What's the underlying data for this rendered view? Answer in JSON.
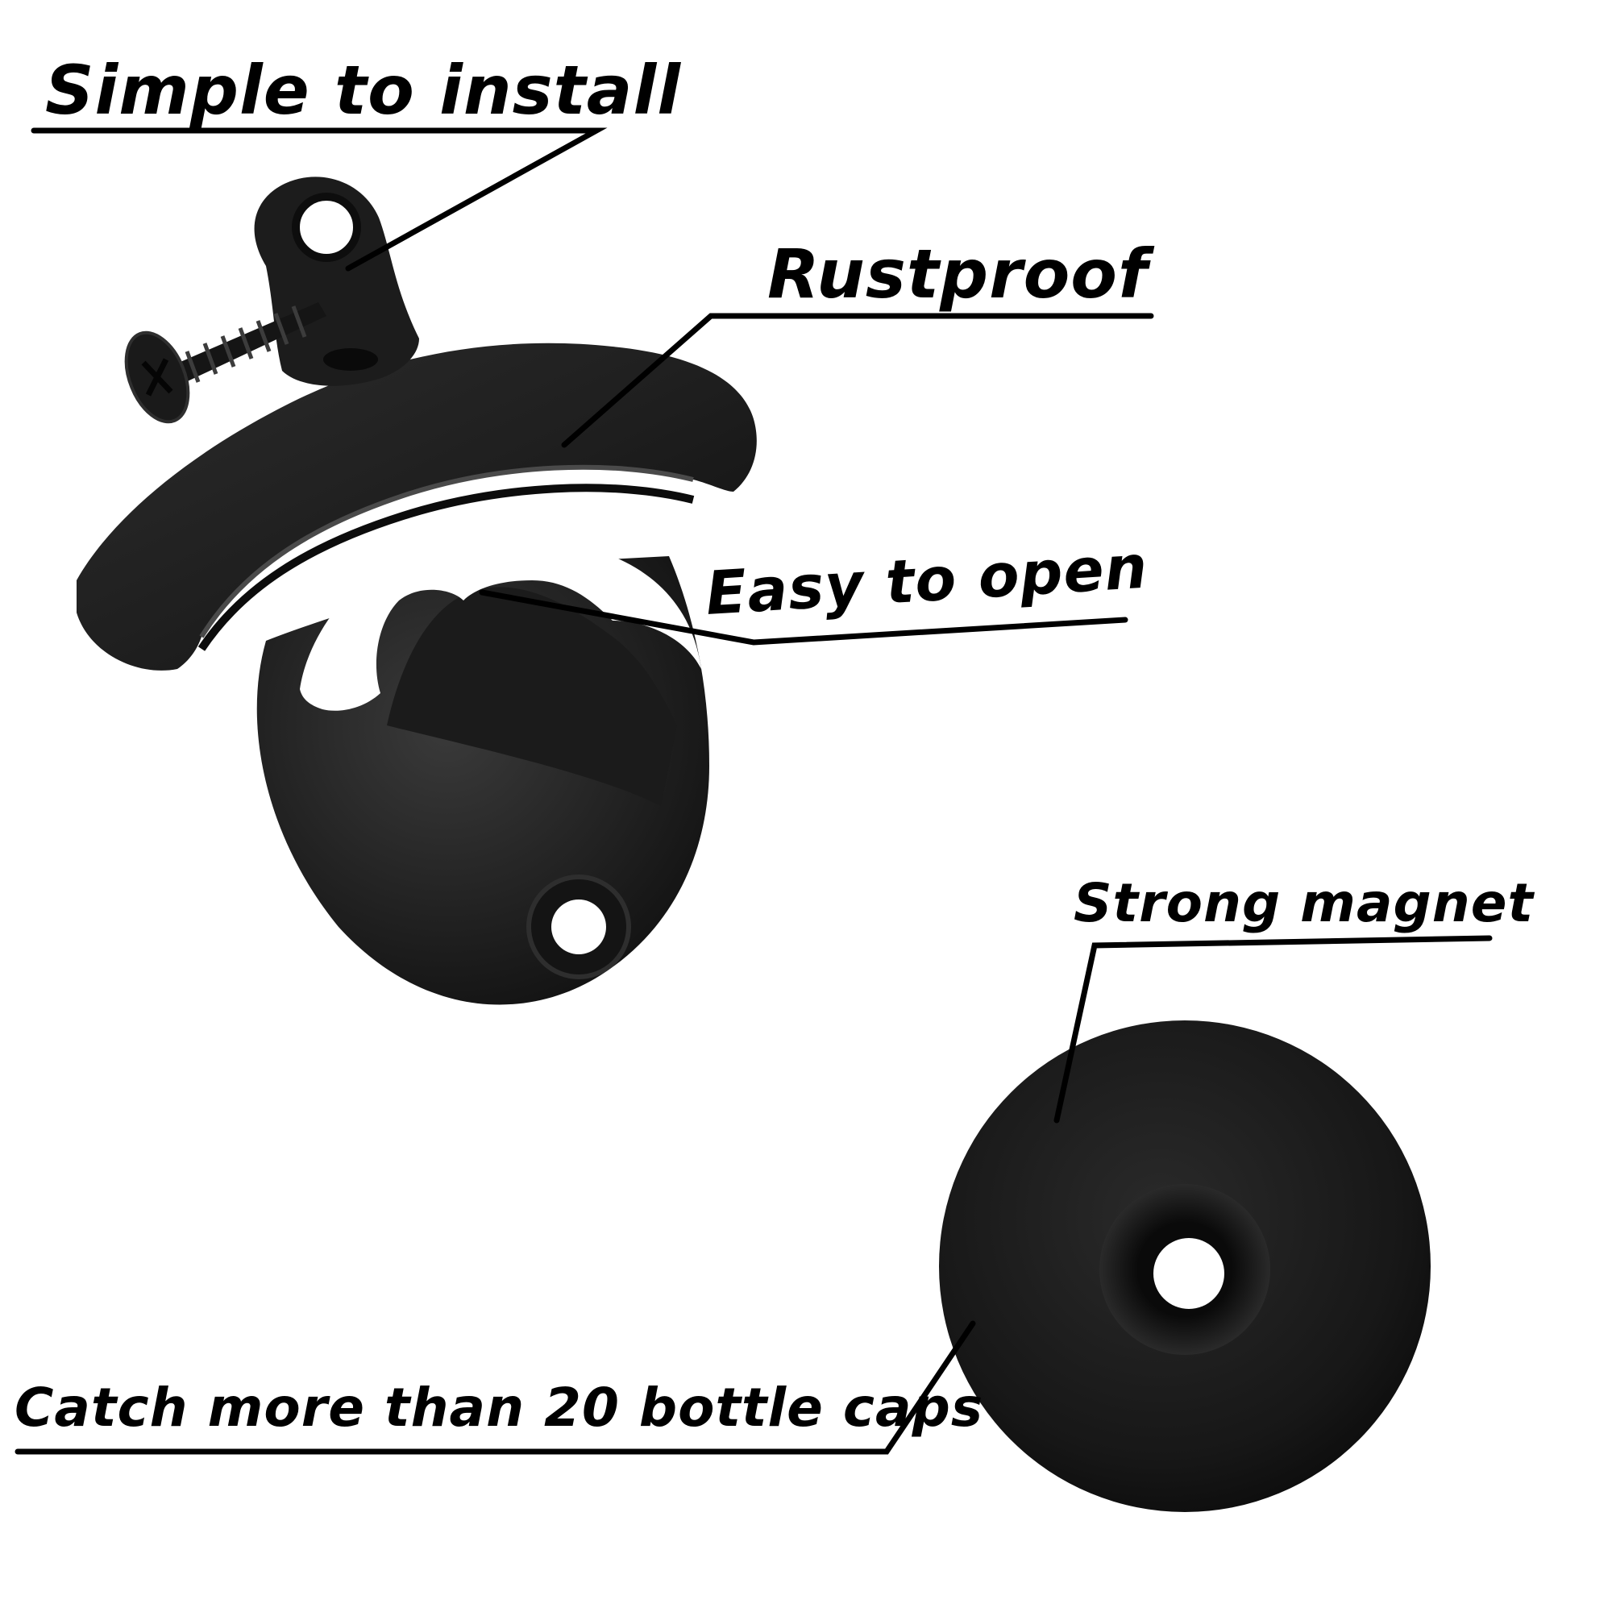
{
  "callouts": {
    "simple_install": "Simple to install",
    "rustproof": "Rustproof",
    "easy_open": "Easy to open",
    "strong_magnet": "Strong magnet",
    "catch_caps": "Catch more than 20 bottle caps"
  },
  "colors": {
    "background": "#ffffff",
    "product_black": "#1e1e1e",
    "text": "#000000"
  },
  "objects": {
    "opener": "wall-mounted-bottle-opener",
    "screw": "mounting-screw",
    "magnet": "round-magnet"
  }
}
